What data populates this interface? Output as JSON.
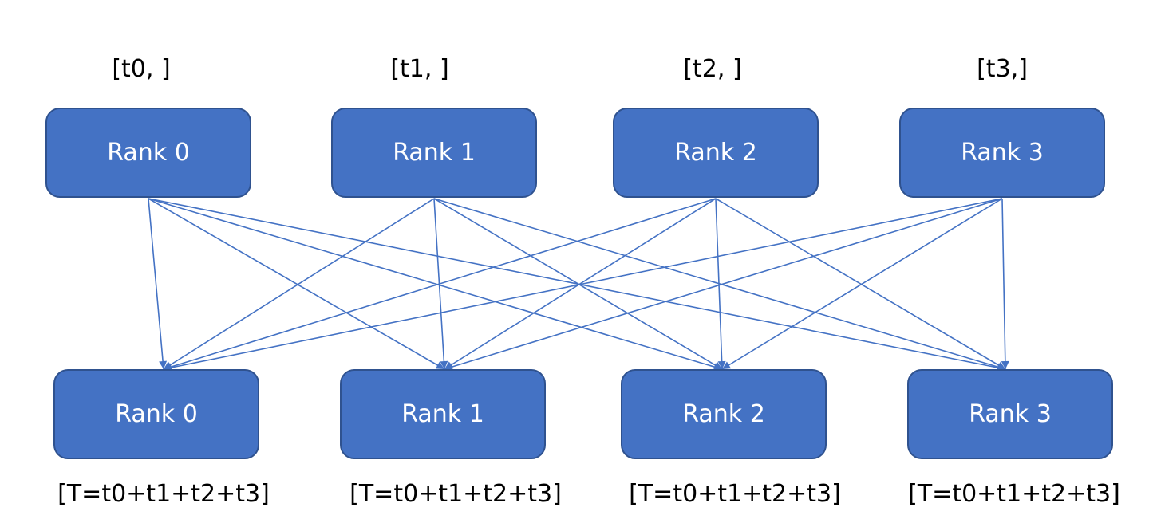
{
  "colors": {
    "box_fill": "#4472c4",
    "box_border": "#2f528f",
    "arrow": "#4472c4",
    "text_dark": "#000000",
    "text_light": "#ffffff"
  },
  "top_row": {
    "inputs": [
      "[t0, ]",
      "[t1, ]",
      "[t2, ]",
      "[t3,]"
    ],
    "ranks": [
      "Rank 0",
      "Rank 1",
      "Rank 2",
      "Rank 3"
    ]
  },
  "bottom_row": {
    "ranks": [
      "Rank 0",
      "Rank 1",
      "Rank 2",
      "Rank 3"
    ],
    "outputs": [
      "[T=t0+t1+t2+t3]",
      "[T=t0+t1+t2+t3]",
      "[T=t0+t1+t2+t3]",
      "[T=t0+t1+t2+t3]"
    ]
  },
  "connections": "all-to-all"
}
